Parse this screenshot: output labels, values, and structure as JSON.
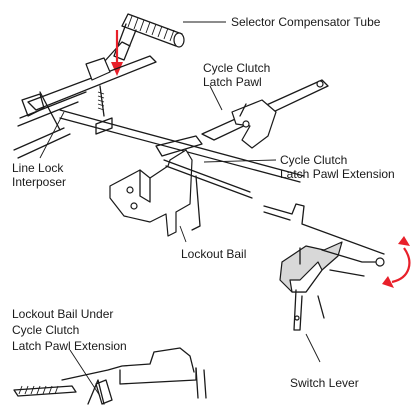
{
  "labels": {
    "selector_compensator_tube": "Selector Compensator Tube",
    "cycle_clutch_latch_pawl_1": "Cycle Clutch",
    "cycle_clutch_latch_pawl_2": "Latch Pawl",
    "line_lock_interposer_1": "Line Lock",
    "line_lock_interposer_2": "Interposer",
    "cycle_clutch_latch_pawl_ext_1": "Cycle Clutch",
    "cycle_clutch_latch_pawl_ext_2": "Latch Pawl Extension",
    "lockout_bail": "Lockout Bail",
    "lockout_bail_under_1": "Lockout Bail Under",
    "lockout_bail_under_2": "Cycle Clutch",
    "lockout_bail_under_3": "Latch Pawl Extension",
    "switch_lever": "Switch Lever"
  },
  "colors": {
    "ink": "#1a1a1a",
    "arrow_red": "#e8202a",
    "paper": "#ffffff"
  }
}
